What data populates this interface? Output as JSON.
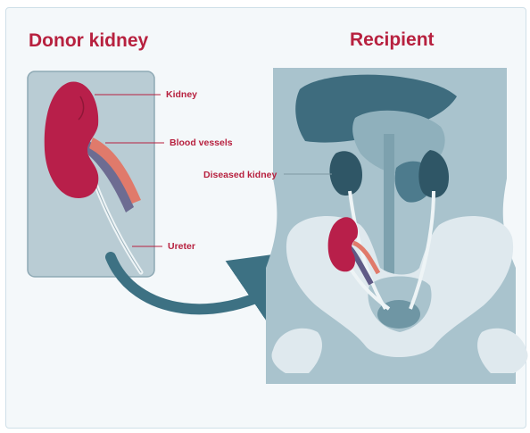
{
  "titles": {
    "donor": "Donor kidney",
    "recipient": "Recipient"
  },
  "labels": {
    "kidney": "Kidney",
    "blood_vessels": "Blood vessels",
    "ureter": "Ureter",
    "diseased_kidney": "Diseased kidney"
  },
  "colors": {
    "title": "#b7213f",
    "kidney": "#b81f4a",
    "vessel": "#e07a6b",
    "panel": "#b9ccd4",
    "body": "#9fbcc7",
    "organ_dark": "#3e6c7e",
    "bone": "#dfe9ee",
    "arrow": "#3d7183"
  }
}
